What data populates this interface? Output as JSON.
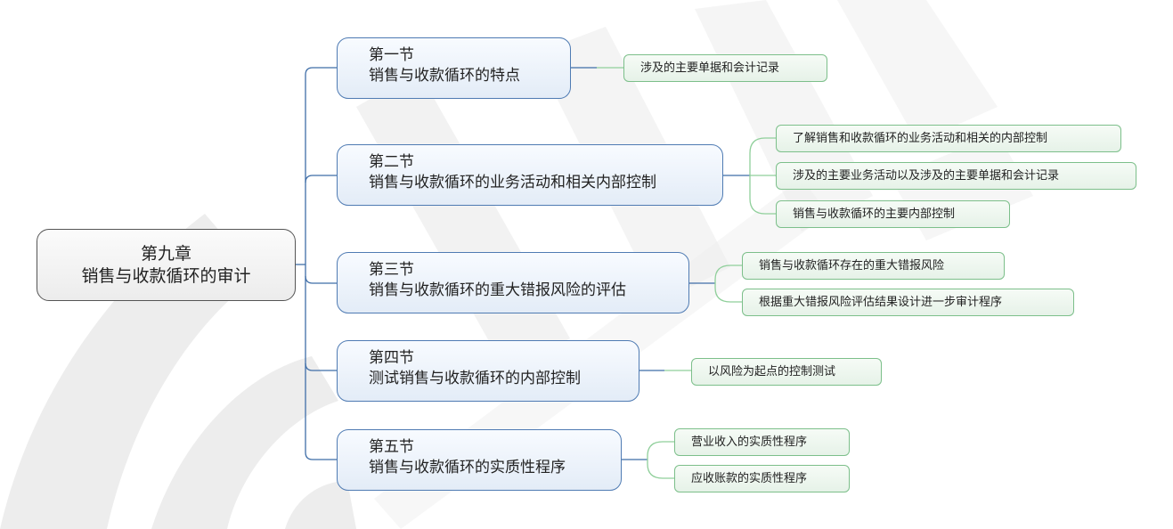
{
  "root": {
    "line1": "第九章",
    "line2": "销售与收款循环的审计"
  },
  "sections": [
    {
      "label": "第一节",
      "title": "销售与收款循环的特点",
      "children": [
        "涉及的主要单据和会计记录"
      ]
    },
    {
      "label": "第二节",
      "title": "销售与收款循环的业务活动和相关内部控制",
      "children": [
        "了解销售和收款循环的业务活动和相关的内部控制",
        "涉及的主要业务活动以及涉及的主要单据和会计记录",
        "销售与收款循环的主要内部控制"
      ]
    },
    {
      "label": "第三节",
      "title": "销售与收款循环的重大错报风险的评估",
      "children": [
        "销售与收款循环存在的重大错报风险",
        "根据重大错报风险评估结果设计进一步审计程序"
      ]
    },
    {
      "label": "第四节",
      "title": "测试销售与收款循环的内部控制",
      "children": [
        "以风险为起点的控制测试"
      ]
    },
    {
      "label": "第五节",
      "title": "销售与收款循环的实质性程序",
      "children": [
        "营业收入的实质性程序",
        "应收账款的实质性程序"
      ]
    }
  ],
  "colors": {
    "root_border": "#555555",
    "section_border": "#4f7bb3",
    "section_line": "#3f6ea8",
    "leaf_border": "#7cbf8a",
    "leaf_line": "#8fcf9a",
    "watermark": "#e9e9e9"
  }
}
